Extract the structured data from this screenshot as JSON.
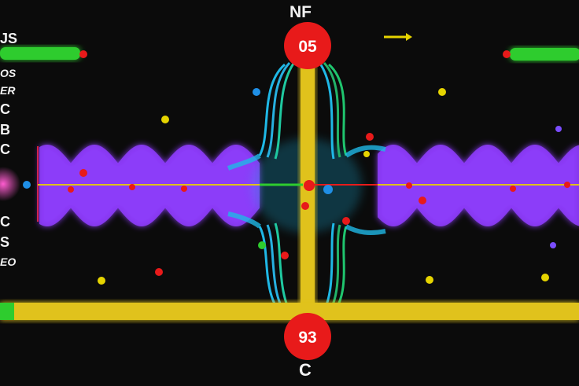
{
  "title_top": "NF",
  "title_bottom": "C",
  "node_top_value": "05",
  "node_bottom_value": "93",
  "left_labels": [
    "JS",
    "OS",
    "ER",
    "C",
    "B",
    "C",
    "C",
    "S",
    "EO"
  ],
  "colors": {
    "background": "#0b0b0b",
    "wave": "#8f3dff",
    "axis_line": "#e0c21a",
    "green_bar": "#2ecc2e",
    "node_red": "#e81a1a",
    "cyan_arc": "#1fb8e6",
    "arrow": "#e6d400"
  },
  "icons": [
    "right-arrow-icon"
  ]
}
